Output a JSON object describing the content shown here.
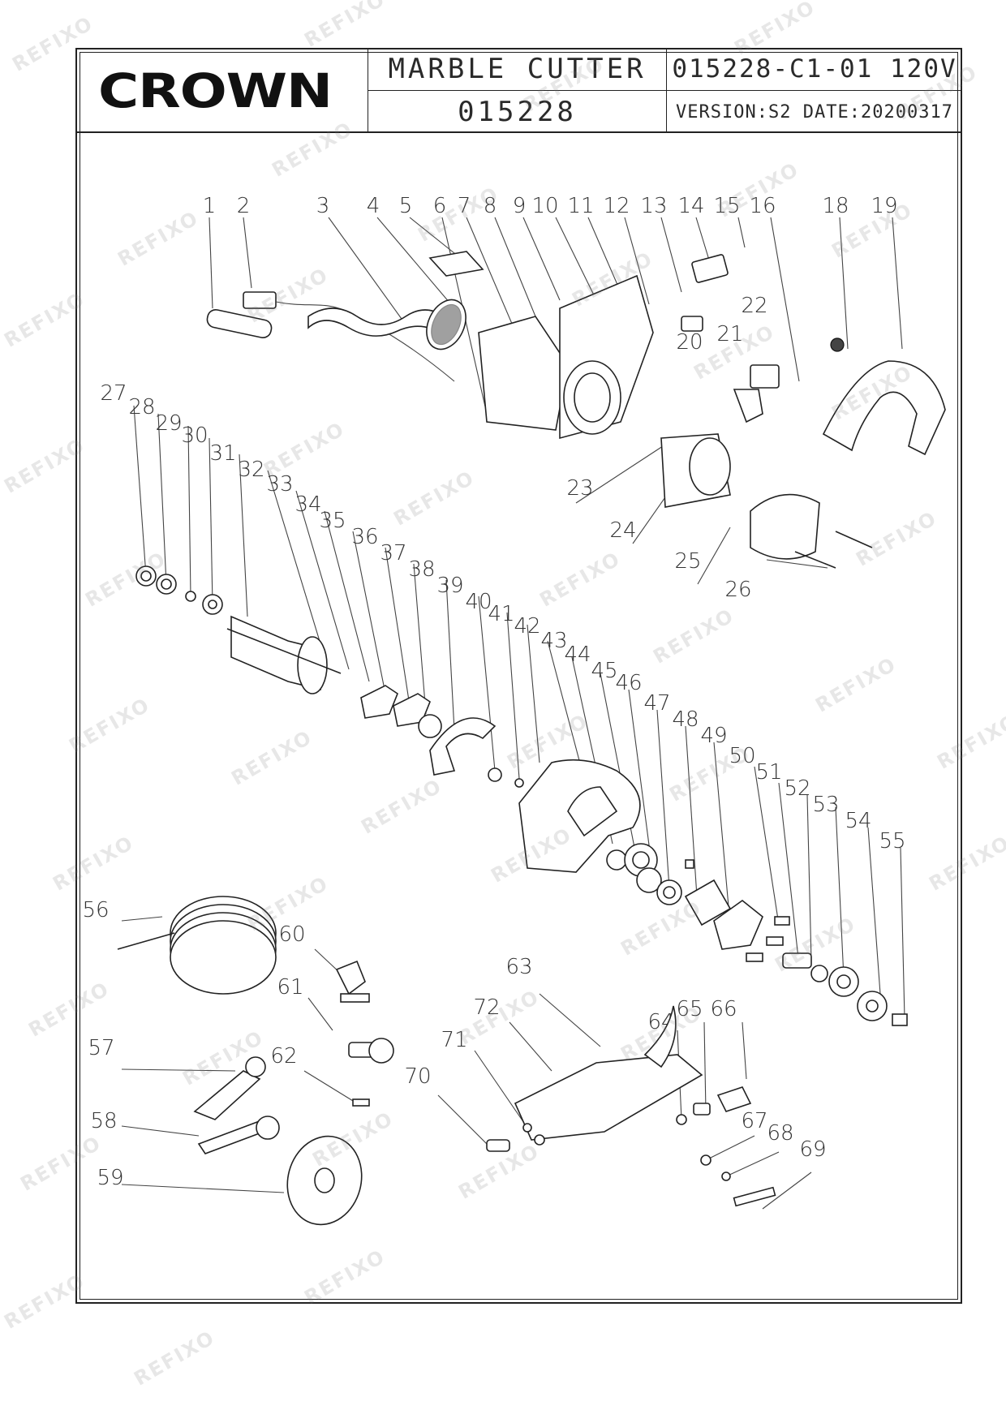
{
  "brand": "CROWN",
  "title_block": {
    "product_name": "MARBLE CUTTER",
    "model": "015228",
    "doc_code": "015228-C1-01 120V",
    "version_date": "VERSION:S2 DATE:20200317"
  },
  "watermark": "REFIXO",
  "part_labels": [
    "1",
    "2",
    "3",
    "4",
    "5",
    "6",
    "7",
    "8",
    "9",
    "10",
    "11",
    "12",
    "13",
    "14",
    "15",
    "16",
    "18",
    "19",
    "20",
    "21",
    "22",
    "23",
    "24",
    "25",
    "26",
    "27",
    "28",
    "29",
    "30",
    "31",
    "32",
    "33",
    "34",
    "35",
    "36",
    "37",
    "38",
    "39",
    "40",
    "41",
    "42",
    "43",
    "44",
    "45",
    "46",
    "47",
    "48",
    "49",
    "50",
    "51",
    "52",
    "53",
    "54",
    "55",
    "56",
    "57",
    "58",
    "59",
    "60",
    "61",
    "62",
    "63",
    "64",
    "65",
    "66",
    "67",
    "68",
    "69",
    "70",
    "71",
    "72"
  ],
  "colors": {
    "line": "#222222",
    "watermark": "#b0b0b0"
  }
}
